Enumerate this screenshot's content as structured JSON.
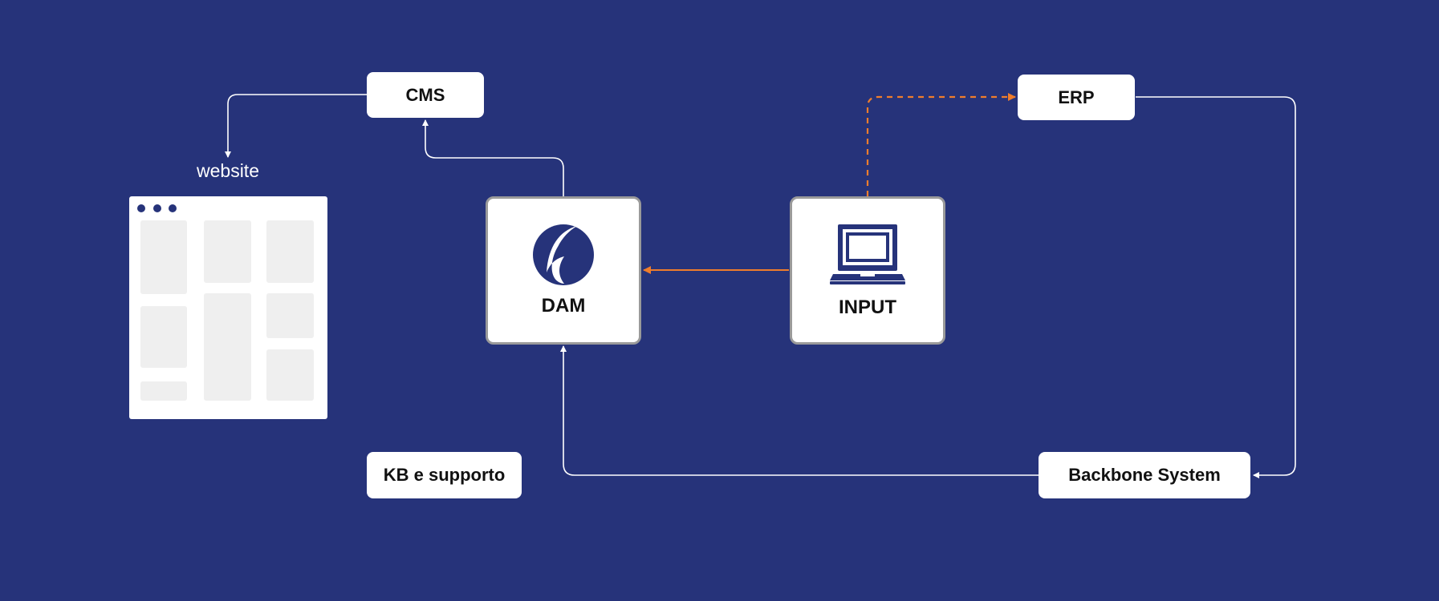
{
  "colors": {
    "background": "#26337a",
    "box": "#ffffff",
    "connector": "#ffffff",
    "input_flow": "#ef7d2c"
  },
  "nodes": {
    "cms": {
      "label": "CMS"
    },
    "erp": {
      "label": "ERP"
    },
    "dam": {
      "label": "DAM",
      "icon": "dam-logo-icon"
    },
    "input": {
      "label": "INPUT",
      "icon": "laptop-icon"
    },
    "kb": {
      "label": "KB e supporto"
    },
    "backbone": {
      "label": "Backbone System"
    },
    "website": {
      "label": "website",
      "icon": "browser-window-icon"
    }
  }
}
